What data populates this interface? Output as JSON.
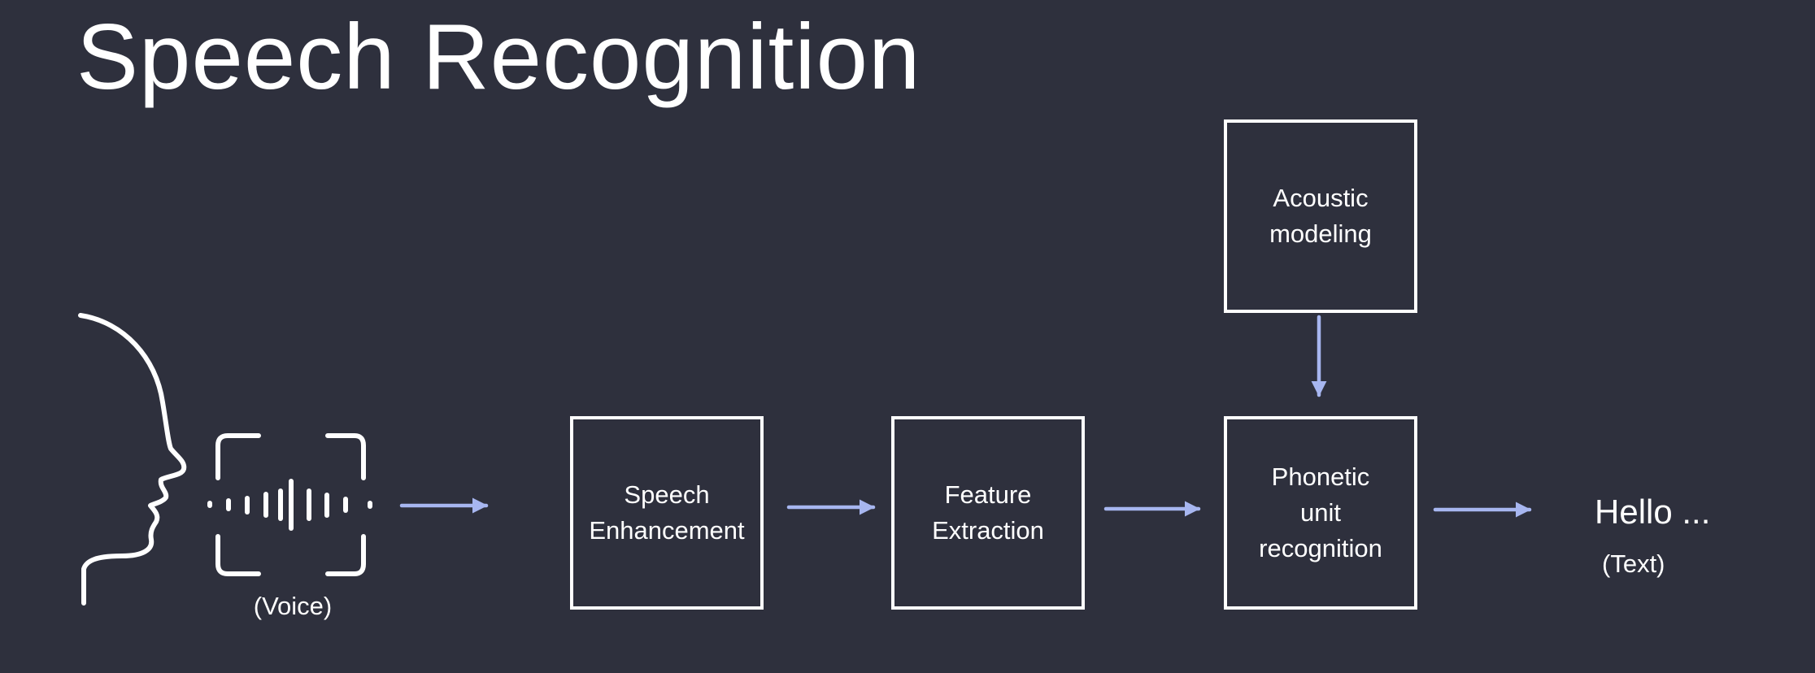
{
  "title": "Speech Recognition",
  "input": {
    "caption": "(Voice)",
    "icon": "speaking-head-voice-icon"
  },
  "steps": {
    "speech_enhancement": "Speech\nEnhancement",
    "feature_extraction": "Feature\nExtraction",
    "phonetic_unit_recognition": "Phonetic\nunit\nrecognition",
    "acoustic_modeling": "Acoustic\nmodeling"
  },
  "output": {
    "text": "Hello ...",
    "caption": "(Text)"
  },
  "colors": {
    "background": "#2e303d",
    "foreground": "#ffffff",
    "arrow": "#a7b6f0"
  }
}
